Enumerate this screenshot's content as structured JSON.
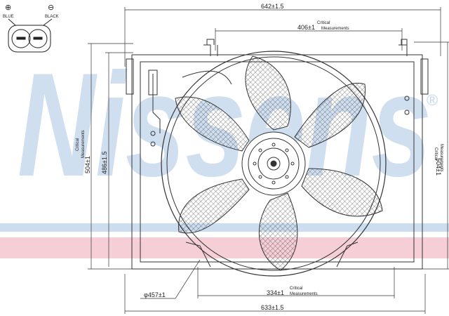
{
  "connector": {
    "plus_label": "BLUE",
    "minus_label": "BLACK",
    "plus_symbol": "⊕",
    "minus_symbol": "⊖"
  },
  "dimensions": {
    "top_width": "642±1.5",
    "top_critical": "406±1",
    "top_critical_note1": "Critical",
    "top_critical_note2": "Measurements",
    "left_outer": "504±1",
    "left_outer_note1": "Critical",
    "left_outer_note2": "Measurements",
    "left_inner": "486±1.5",
    "right_height": "504±1",
    "right_note1": "Critical",
    "right_note2": "Measurements",
    "bottom_critical": "334±1",
    "bottom_critical_note1": "Critical",
    "bottom_critical_note2": "Measurements",
    "bottom_width": "633±1.5",
    "fan_diameter": "φ457±1"
  },
  "watermark": {
    "text": "Nissens",
    "registered": "®"
  },
  "colors": {
    "watermark_blue": "#a9c6e4",
    "watermark_red": "#f2b9c4",
    "line": "#333333"
  }
}
